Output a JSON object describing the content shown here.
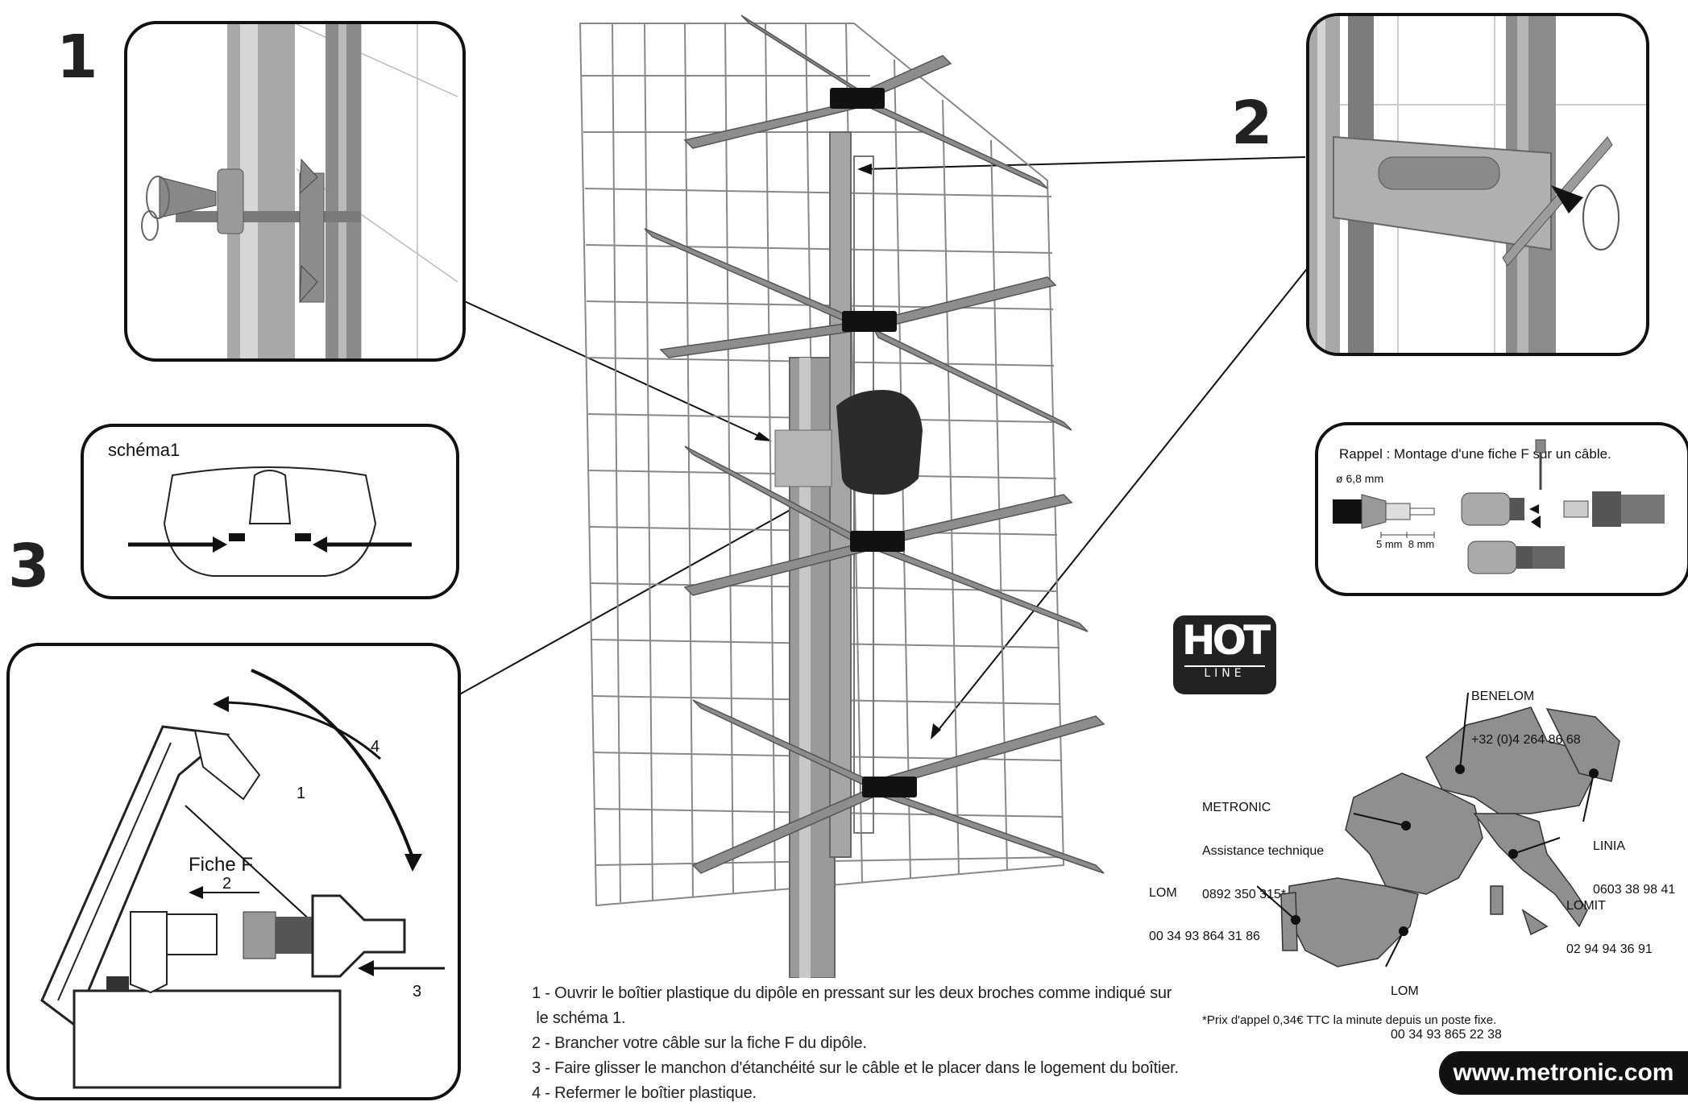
{
  "figure_numbers": {
    "n1": "1",
    "n2": "2",
    "n3": "3"
  },
  "schema_label": "schéma1",
  "fiche_f_label": "Fiche F",
  "step_labels": {
    "s1": "1",
    "s2": "2",
    "s3": "3",
    "s4": "4"
  },
  "rappel": {
    "title": "Rappel : Montage d'une fiche F sur un câble.",
    "diameter": "ø 6,8 mm",
    "dims": "5 mm  8 mm"
  },
  "hotline": {
    "logo_top": "HOT",
    "logo_bottom": "LINE"
  },
  "contacts": [
    {
      "id": "benelom",
      "name": "BENELOM",
      "phone": "+32 (0)4 264 86 68"
    },
    {
      "id": "metronic",
      "name": "METRONIC",
      "line2": "Assistance technique",
      "phone": "0892 350 315*"
    },
    {
      "id": "linia",
      "name": "LINIA",
      "phone": "0603 38 98 41"
    },
    {
      "id": "lom-pt",
      "name": "LOM",
      "phone": "00 34 93 864 31 86"
    },
    {
      "id": "lomit",
      "name": "LOMIT",
      "phone": "02 94 94 36 91"
    },
    {
      "id": "lom-es",
      "name": "LOM",
      "phone": "00 34 93 865 22 38"
    }
  ],
  "price_note": "*Prix d'appel 0,34€ TTC la minute depuis un poste fixe.",
  "instructions": [
    "1 - Ouvrir le boîtier plastique du dipôle en pressant sur les deux broches comme indiqué sur",
    " le schéma 1.",
    "2 - Brancher votre câble sur la fiche F du dipôle.",
    "3 - Faire glisser le manchon d'étanchéité sur le câble et le placer dans le logement du boîtier.",
    "4 - Refermer le boîtier plastique."
  ],
  "website": "www.metronic.com",
  "colors": {
    "ink": "#111111",
    "metal": "#9a9a9a",
    "metal_dark": "#6e6e6e",
    "map_fill": "#8f8f8f"
  }
}
